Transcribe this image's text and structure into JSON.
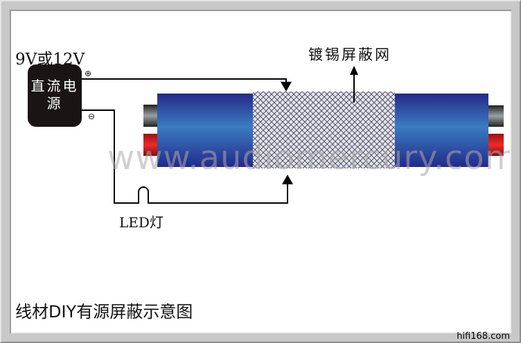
{
  "power_supply": {
    "voltage": "9V或12V",
    "label": "直流电源",
    "plus": "⊕",
    "minus": "⊖"
  },
  "led_label": "LED灯",
  "mesh_label": "镀锡屏蔽网",
  "caption": "线材DIY有源屏蔽示意图",
  "watermark": "www.audiomercury.com",
  "site": "hifi168.com",
  "colors": {
    "cable": "#2a3a9a",
    "cable_light": "#3a78c0",
    "red_wire": "#d82020",
    "black_wire": "#333333",
    "box": "#1a1414"
  }
}
